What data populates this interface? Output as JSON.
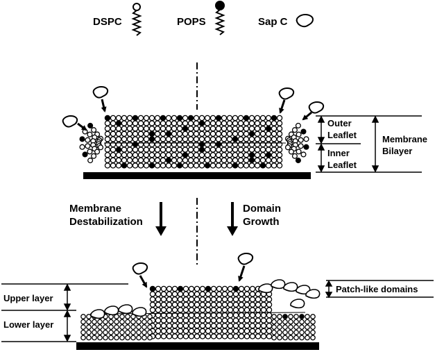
{
  "legend": {
    "dspc": "DSPC",
    "pops": "POPS",
    "sapc": "Sap C"
  },
  "bilayer": {
    "outer_leaflet": [
      "Outer",
      "Leaflet"
    ],
    "inner_leaflet": [
      "Inner",
      "Leaflet"
    ],
    "membrane_bilayer": [
      "Membrane",
      "Bilayer"
    ]
  },
  "transition": {
    "left": [
      "Membrane",
      "Destabilization"
    ],
    "right": [
      "Domain",
      "Growth"
    ]
  },
  "final": {
    "patch_like_domains": "Patch-like domains",
    "upper_layer": "Upper layer",
    "lower_layer": "Lower layer"
  },
  "colors": {
    "ink": "#000000",
    "dspc_head": "#ffffff",
    "pops_head": "#000000",
    "support": "#000000"
  },
  "icons": {
    "dspc": "open-circle-head-zigzag-tail",
    "pops": "filled-circle-head-zigzag-tail",
    "sapc": "protein-blob"
  }
}
